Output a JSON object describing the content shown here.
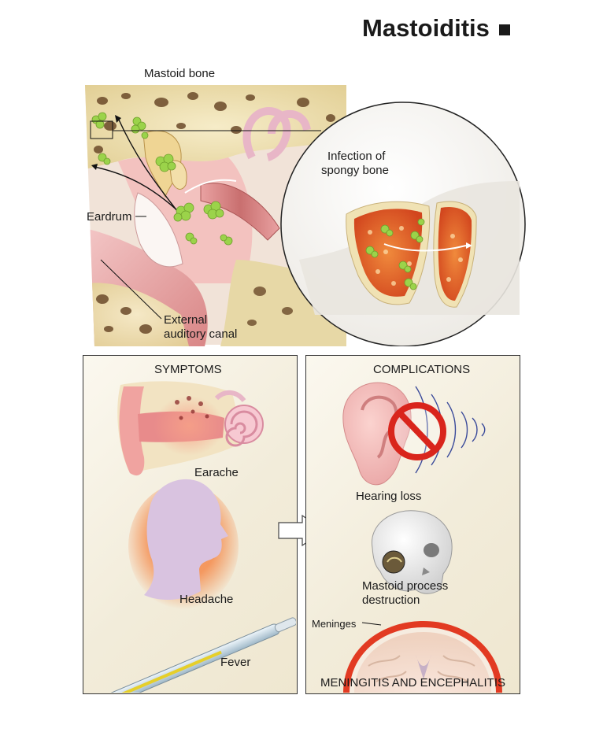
{
  "title": "Mastoiditis",
  "anatomy": {
    "mastoid_bone": "Mastoid bone",
    "eardrum": "Eardrum",
    "canal_line1": "External",
    "canal_line2": "auditory canal",
    "infection_line1": "Infection of",
    "infection_line2": "spongy bone"
  },
  "symptoms": {
    "heading": "SYMPTOMS",
    "earache": "Earache",
    "headache": "Headache",
    "fever": "Fever"
  },
  "complications": {
    "heading": "COMPLICATIONS",
    "hearing_loss": "Hearing loss",
    "mastoid_line1": "Mastoid process",
    "mastoid_line2": "destruction",
    "meninges": "Meninges",
    "meningitis": "MENINGITIS AND ENCEPHALITIS"
  },
  "colors": {
    "bone": "#efe3b8",
    "tissue": "#e9a4a4",
    "bacteria": "#9bd34a",
    "infection": "#e0532a",
    "prohibition": "#d9251c",
    "head": "#d9c3e0",
    "box_border": "#333333"
  },
  "icons": [
    "bacteria-icon",
    "no-hearing-icon",
    "thermometer-icon",
    "arrow-right-icon"
  ]
}
